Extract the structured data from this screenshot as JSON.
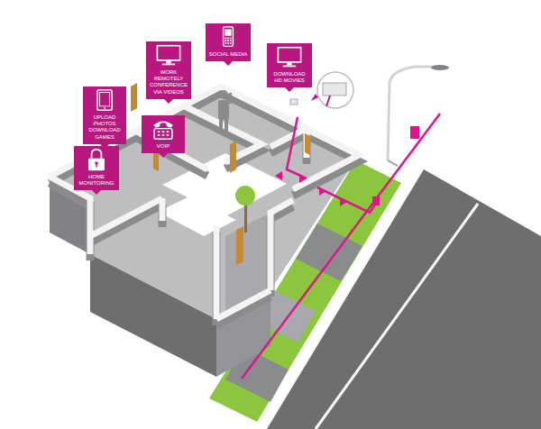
{
  "diagram": {
    "nodes": [
      {
        "text": [
          "SOCIAL MEDIA"
        ]
      },
      {
        "text": [
          "WORK REMOTELY CONFERENCE VIA VIDEOS"
        ]
      },
      {
        "text": [
          "DOWNLOAD HD MOVIES"
        ]
      },
      {
        "text": [
          "UPLOAD PHOTOS DOWNLOAD GAMES"
        ]
      },
      {
        "text": [
          "VOIP"
        ]
      },
      {
        "text": [
          "HOME MONITORING"
        ]
      }
    ]
  }
}
